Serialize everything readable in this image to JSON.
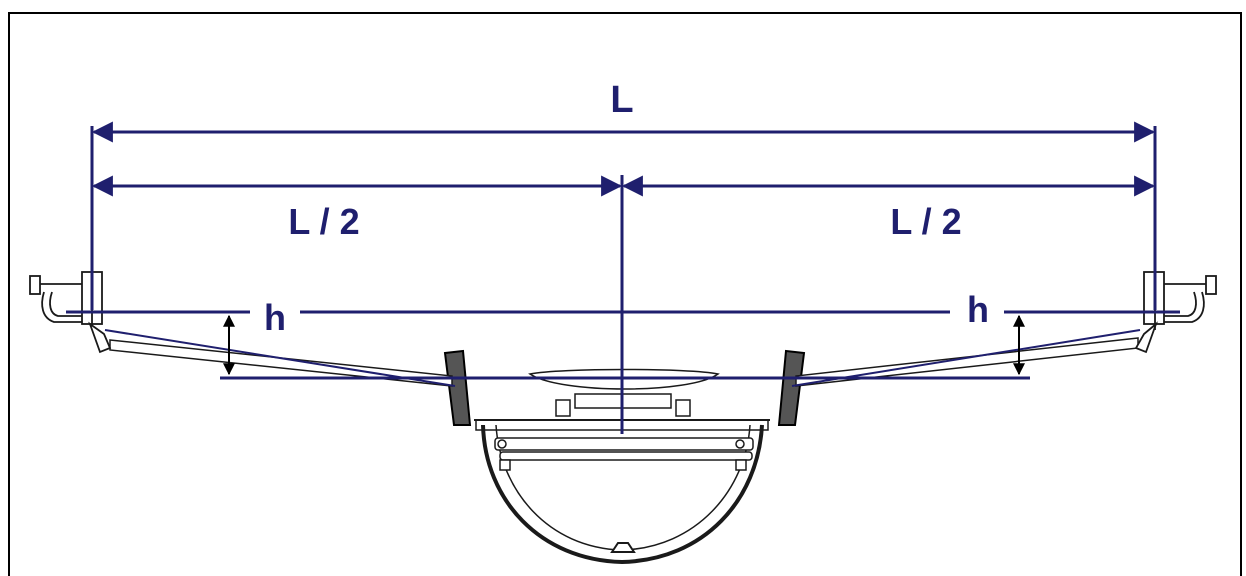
{
  "labels": {
    "total_span": "L",
    "half_span_left": "L / 2",
    "half_span_right": "L / 2",
    "height_left": "h",
    "height_right": "h"
  },
  "colors": {
    "dimension": "#1f1f6e",
    "outline": "#1a1a1a",
    "pad": "#555555"
  }
}
